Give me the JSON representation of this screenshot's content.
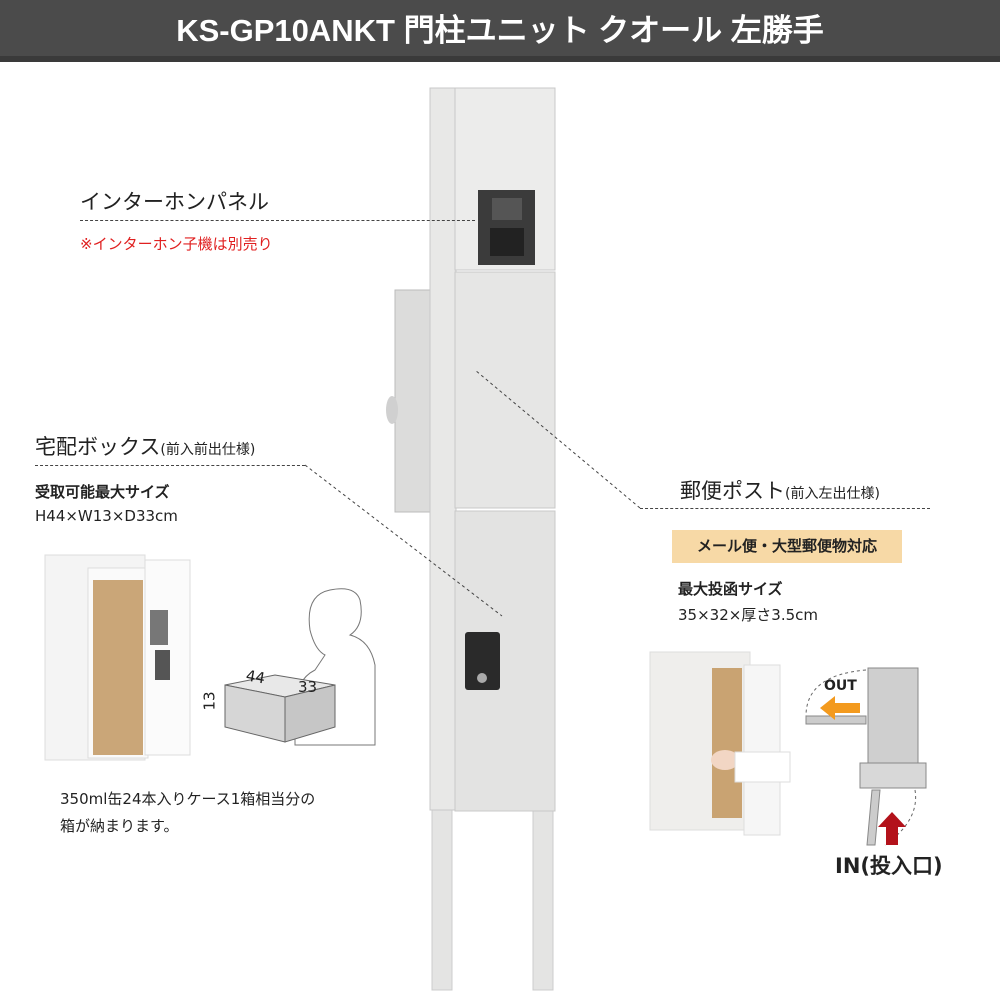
{
  "header": {
    "title": "KS-GP10ANKT 門柱ユニット クオール 左勝手"
  },
  "intercom": {
    "label": "インターホンパネル",
    "note": "※インターホン子機は別売り"
  },
  "delivery_box": {
    "label": "宅配ボックス",
    "label_suffix": "(前入前出仕様)",
    "size_title": "受取可能最大サイズ",
    "size": "H44×W13×D33cm",
    "dims": {
      "w": "44",
      "d": "33",
      "h": "13"
    },
    "caption_line1": "350ml缶24本入りケース1箱相当分の",
    "caption_line2": "箱が納まります。"
  },
  "mailbox": {
    "label": "郵便ポスト",
    "label_suffix": "(前入左出仕様)",
    "badge": "メール便・大型郵便物対応",
    "size_title": "最大投函サイズ",
    "size": "35×32×厚さ3.5cm",
    "out_label": "OUT",
    "in_label": "IN(投入口)"
  },
  "colors": {
    "header": "#4b4b4b",
    "note": "#e02020",
    "badge": "#f7d9a6",
    "arrow_out": "#f39a1e",
    "arrow_in": "#b3121b"
  }
}
